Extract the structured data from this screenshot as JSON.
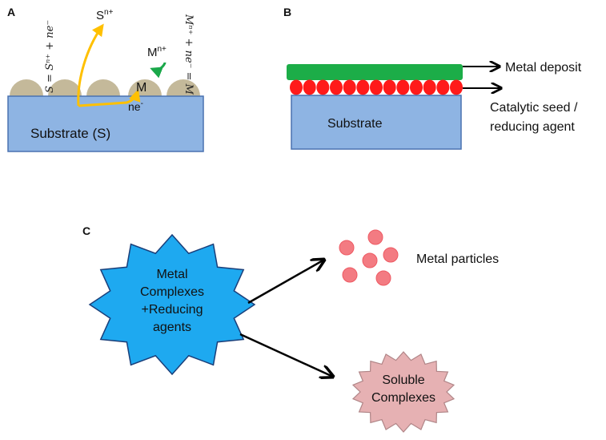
{
  "panels": {
    "a": {
      "letter": "A",
      "substrate_label": "Substrate (S)",
      "s_ion": "S",
      "s_ion_sup": "n+",
      "m_ion": "M",
      "m_ion_sup": "n+",
      "metal_label": "M",
      "electrons": "ne",
      "electrons_sup": "-",
      "eq_oxidation": "S = Sⁿ⁺ + ne⁻",
      "eq_reduction": "Mⁿ⁺ + ne⁻ = M"
    },
    "b": {
      "letter": "B",
      "substrate_label": "Substrate",
      "metal_deposit_label": "Metal deposit",
      "seed_label_line1": "Catalytic seed /",
      "seed_label_line2": "reducing agent"
    },
    "c": {
      "letter": "C",
      "star_line1": "Metal",
      "star_line2": "Complexes",
      "star_line3": "+Reducing",
      "star_line4": "agents",
      "particles_label": "Metal particles",
      "soluble_line1": "Soluble",
      "soluble_line2": "Complexes"
    }
  },
  "colors": {
    "substrate": "#8eb4e3",
    "substrate_border": "#4a72b0",
    "bump": "#c4b99a",
    "yellow_arrow": "#ffc000",
    "green_arrow": "#1aa84a",
    "metal_deposit": "#1cad48",
    "seed": "#ff1a1a",
    "star_fill": "#1ea9f0",
    "particle": "#f37b82",
    "soluble_fill": "#e6b1b3"
  }
}
